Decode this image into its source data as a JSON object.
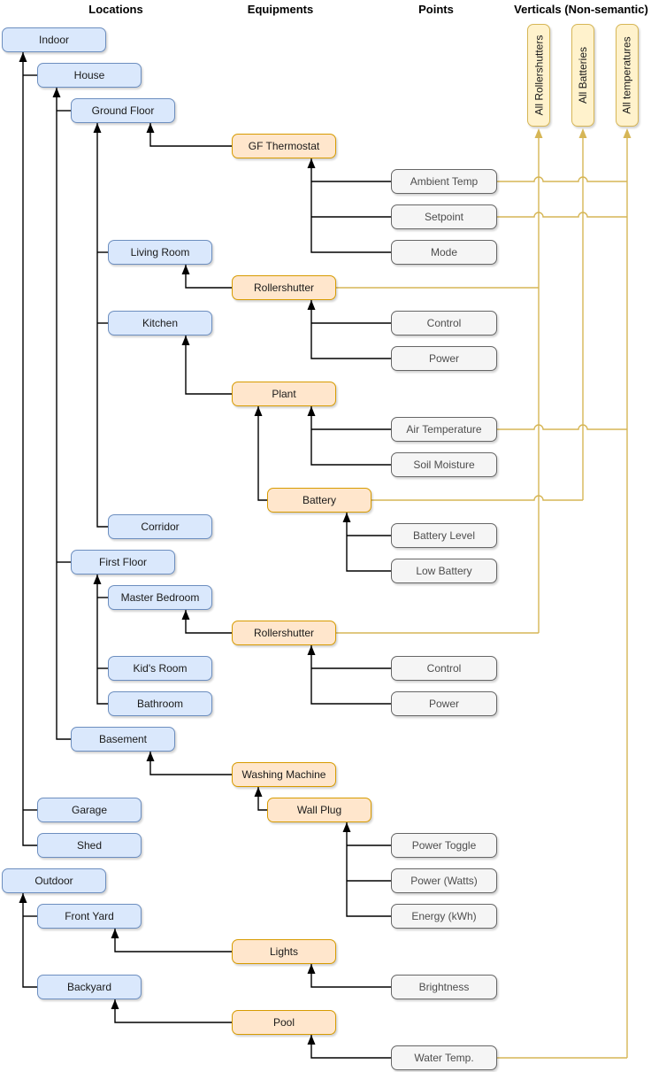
{
  "headers": [
    {
      "id": "locations",
      "label": "Locations"
    },
    {
      "id": "equipments",
      "label": "Equipments"
    },
    {
      "id": "points",
      "label": "Points"
    },
    {
      "id": "verticals",
      "label": "Verticals (Non-semantic)"
    }
  ],
  "colors": {
    "location_fill": "#dae8fc",
    "location_border": "#6c8ebf",
    "equipment_fill": "#ffe6cc",
    "equipment_border": "#d79b00",
    "point_fill": "#f5f5f5",
    "point_border": "#666666",
    "vertical_fill": "#fff2cc",
    "vertical_border": "#d6b656",
    "edge_black": "#000000",
    "edge_yellow": "#d6b656"
  },
  "nodes": [
    {
      "id": "indoor",
      "label": "Indoor",
      "kind": "location"
    },
    {
      "id": "house",
      "label": "House",
      "kind": "location"
    },
    {
      "id": "ground-floor",
      "label": "Ground Floor",
      "kind": "location"
    },
    {
      "id": "living-room",
      "label": "Living Room",
      "kind": "location"
    },
    {
      "id": "kitchen",
      "label": "Kitchen",
      "kind": "location"
    },
    {
      "id": "corridor",
      "label": "Corridor",
      "kind": "location"
    },
    {
      "id": "first-floor",
      "label": "First Floor",
      "kind": "location"
    },
    {
      "id": "master-bedroom",
      "label": "Master Bedroom",
      "kind": "location"
    },
    {
      "id": "kids-room",
      "label": "Kid's Room",
      "kind": "location"
    },
    {
      "id": "bathroom",
      "label": "Bathroom",
      "kind": "location"
    },
    {
      "id": "basement",
      "label": "Basement",
      "kind": "location"
    },
    {
      "id": "garage",
      "label": "Garage",
      "kind": "location"
    },
    {
      "id": "shed",
      "label": "Shed",
      "kind": "location"
    },
    {
      "id": "outdoor",
      "label": "Outdoor",
      "kind": "location"
    },
    {
      "id": "front-yard",
      "label": "Front Yard",
      "kind": "location"
    },
    {
      "id": "backyard",
      "label": "Backyard",
      "kind": "location"
    },
    {
      "id": "gf-thermostat",
      "label": "GF Thermostat",
      "kind": "equipment"
    },
    {
      "id": "rollershutter-gf",
      "label": "Rollershutter",
      "kind": "equipment"
    },
    {
      "id": "plant",
      "label": "Plant",
      "kind": "equipment"
    },
    {
      "id": "battery",
      "label": "Battery",
      "kind": "equipment"
    },
    {
      "id": "rollershutter-mb",
      "label": "Rollershutter",
      "kind": "equipment"
    },
    {
      "id": "washing-machine",
      "label": "Washing Machine",
      "kind": "equipment"
    },
    {
      "id": "wall-plug",
      "label": "Wall Plug",
      "kind": "equipment"
    },
    {
      "id": "lights",
      "label": "Lights",
      "kind": "equipment"
    },
    {
      "id": "pool",
      "label": "Pool",
      "kind": "equipment"
    },
    {
      "id": "ambient-temp",
      "label": "Ambient Temp",
      "kind": "point"
    },
    {
      "id": "setpoint",
      "label": "Setpoint",
      "kind": "point"
    },
    {
      "id": "mode",
      "label": "Mode",
      "kind": "point"
    },
    {
      "id": "control-gf",
      "label": "Control",
      "kind": "point"
    },
    {
      "id": "power-gf",
      "label": "Power",
      "kind": "point"
    },
    {
      "id": "air-temperature",
      "label": "Air Temperature",
      "kind": "point"
    },
    {
      "id": "soil-moisture",
      "label": "Soil Moisture",
      "kind": "point"
    },
    {
      "id": "battery-level",
      "label": "Battery Level",
      "kind": "point"
    },
    {
      "id": "low-battery",
      "label": "Low Battery",
      "kind": "point"
    },
    {
      "id": "control-mb",
      "label": "Control",
      "kind": "point"
    },
    {
      "id": "power-mb",
      "label": "Power",
      "kind": "point"
    },
    {
      "id": "power-toggle",
      "label": "Power Toggle",
      "kind": "point"
    },
    {
      "id": "power-watts",
      "label": "Power (Watts)",
      "kind": "point"
    },
    {
      "id": "energy-kwh",
      "label": "Energy (kWh)",
      "kind": "point"
    },
    {
      "id": "brightness",
      "label": "Brightness",
      "kind": "point"
    },
    {
      "id": "water-temp",
      "label": "Water Temp.",
      "kind": "point"
    },
    {
      "id": "all-rollershutters",
      "label": "All Rollershutters",
      "kind": "vertical"
    },
    {
      "id": "all-batteries",
      "label": "All Batteries",
      "kind": "vertical"
    },
    {
      "id": "all-temperatures",
      "label": "All temperatures",
      "kind": "vertical"
    }
  ],
  "relations": {
    "hierarchy": [
      [
        "house",
        "indoor"
      ],
      [
        "garage",
        "indoor"
      ],
      [
        "shed",
        "indoor"
      ],
      [
        "ground-floor",
        "house"
      ],
      [
        "first-floor",
        "house"
      ],
      [
        "basement",
        "house"
      ],
      [
        "living-room",
        "ground-floor"
      ],
      [
        "kitchen",
        "ground-floor"
      ],
      [
        "corridor",
        "ground-floor"
      ],
      [
        "master-bedroom",
        "first-floor"
      ],
      [
        "kids-room",
        "first-floor"
      ],
      [
        "bathroom",
        "first-floor"
      ],
      [
        "front-yard",
        "outdoor"
      ],
      [
        "backyard",
        "outdoor"
      ],
      [
        "gf-thermostat",
        "ground-floor"
      ],
      [
        "rollershutter-gf",
        "living-room"
      ],
      [
        "plant",
        "kitchen"
      ],
      [
        "battery",
        "plant"
      ],
      [
        "rollershutter-mb",
        "master-bedroom"
      ],
      [
        "washing-machine",
        "basement"
      ],
      [
        "wall-plug",
        "washing-machine"
      ],
      [
        "lights",
        "front-yard"
      ],
      [
        "pool",
        "backyard"
      ],
      [
        "ambient-temp",
        "gf-thermostat"
      ],
      [
        "setpoint",
        "gf-thermostat"
      ],
      [
        "mode",
        "gf-thermostat"
      ],
      [
        "control-gf",
        "rollershutter-gf"
      ],
      [
        "power-gf",
        "rollershutter-gf"
      ],
      [
        "air-temperature",
        "plant"
      ],
      [
        "soil-moisture",
        "plant"
      ],
      [
        "battery-level",
        "battery"
      ],
      [
        "low-battery",
        "battery"
      ],
      [
        "control-mb",
        "rollershutter-mb"
      ],
      [
        "power-mb",
        "rollershutter-mb"
      ],
      [
        "power-toggle",
        "wall-plug"
      ],
      [
        "power-watts",
        "wall-plug"
      ],
      [
        "energy-kwh",
        "wall-plug"
      ],
      [
        "brightness",
        "lights"
      ],
      [
        "water-temp",
        "pool"
      ]
    ],
    "vertical_links": [
      [
        "rollershutter-gf",
        "all-rollershutters"
      ],
      [
        "rollershutter-mb",
        "all-rollershutters"
      ],
      [
        "battery",
        "all-batteries"
      ],
      [
        "ambient-temp",
        "all-temperatures"
      ],
      [
        "setpoint",
        "all-temperatures"
      ],
      [
        "air-temperature",
        "all-temperatures"
      ],
      [
        "water-temp",
        "all-temperatures"
      ]
    ]
  }
}
